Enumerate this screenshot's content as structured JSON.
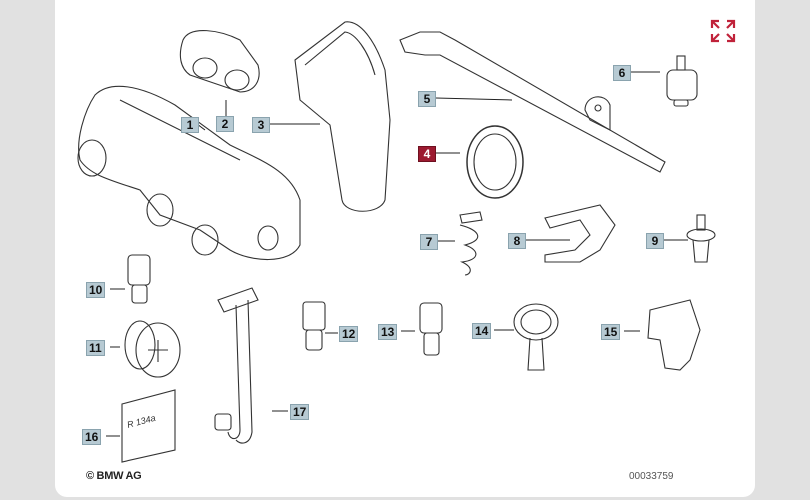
{
  "diagram": {
    "labels": [
      {
        "num": "1"
      },
      {
        "num": "2"
      },
      {
        "num": "3"
      },
      {
        "num": "4",
        "selected": true
      },
      {
        "num": "5"
      },
      {
        "num": "6"
      },
      {
        "num": "7"
      },
      {
        "num": "8"
      },
      {
        "num": "9"
      },
      {
        "num": "10"
      },
      {
        "num": "11"
      },
      {
        "num": "12"
      },
      {
        "num": "13"
      },
      {
        "num": "14"
      },
      {
        "num": "15"
      },
      {
        "num": "16"
      },
      {
        "num": "17"
      }
    ],
    "tag_text": "R 134a",
    "copyright": "© BMW AG",
    "diagram_code": "00033759"
  },
  "icons": {
    "expand": "expand-icon"
  },
  "colors": {
    "label_bg": "#b7cad3",
    "selected_bg": "#9c1a30",
    "accent": "#c0223a"
  }
}
